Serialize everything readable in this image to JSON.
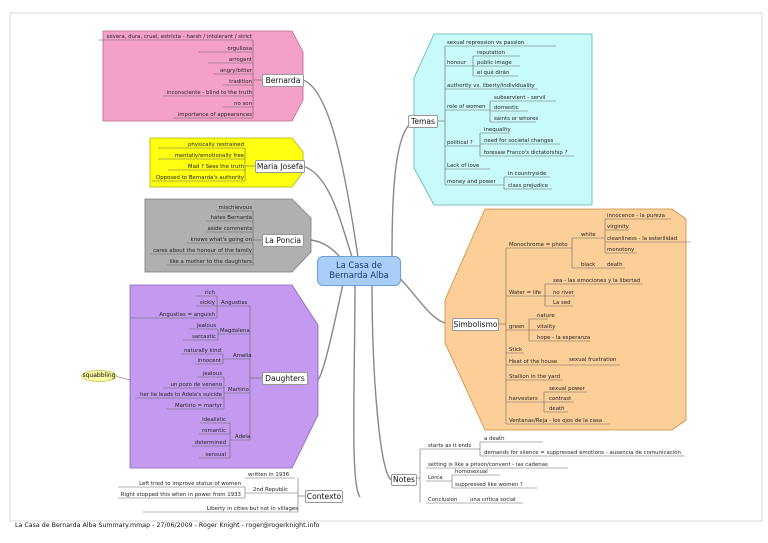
{
  "root": {
    "line1": "La Casa de",
    "line2": "Bernarda Alba"
  },
  "colors": {
    "root_fill": "#a8cdf7",
    "bernarda": "#f4a0c8",
    "maria_josefa": "#ffff10",
    "la_poncia": "#b0b0b0",
    "daughters": "#c49af0",
    "temas": "#c8fafa",
    "simbolismo": "#fccf98",
    "link": "#888888"
  },
  "bernarda": {
    "label": "Bernarda",
    "items": [
      "severa, dura, cruel, estricta - harsh / intolerant / strict",
      "orgullosa",
      "arrogant",
      "angry/bitter",
      "tradition",
      "inconsciente - blind to the truth",
      "no son",
      "importance of appearances"
    ]
  },
  "maria_josefa": {
    "label": "Maria Josefa",
    "items": [
      "physically restrained",
      "mentally/emotionally free",
      "Mad ?  Sees the truth",
      "Opposed to Bernarda's authority"
    ]
  },
  "la_poncia": {
    "label": "La Poncia",
    "items": [
      "mischievous",
      "hates Bernarda",
      "aside comments",
      "knows what's going on",
      "cares about the honour of the family",
      "like a mother to the daughters"
    ]
  },
  "daughters": {
    "label": "Daughters",
    "annotation": "squabbling",
    "angustias": {
      "label": "Angustias",
      "items": [
        "rich",
        "sickly",
        "Angustias = anguish"
      ]
    },
    "magdalena": {
      "label": "Magdalena",
      "items": [
        "jealous",
        "sarcastic"
      ]
    },
    "amelia": {
      "label": "Amelia",
      "items": [
        "naturally kind",
        "innocent"
      ]
    },
    "martirio": {
      "label": "Martirio",
      "items": [
        "jealous",
        "un pozo de veneno",
        "her lie leads to Adela's suicide",
        "Martirio = martyr"
      ]
    },
    "adela": {
      "label": "Adela",
      "items": [
        "idealistic",
        "romantic",
        "determined",
        "sensual"
      ]
    }
  },
  "contexto": {
    "label": "Contexto",
    "written": "written in 1936",
    "republic": "2nd Republic",
    "republic_items": [
      "Left tried to improve status of women",
      "Right stopped this when in power from 1933"
    ],
    "liberty": "Liberty in cities but not in villages"
  },
  "temas": {
    "label": "Temas",
    "repression": "sexual repression vs passion",
    "honour": "honour",
    "honour_items": [
      "reputation",
      "public image",
      "el qué dirán"
    ],
    "authority": "authority vs. liberty/individuality",
    "role": "role of women",
    "role_items": [
      "subservient - servil",
      "domestic",
      "saints or whores"
    ],
    "political": "political ?",
    "political_items": [
      "inequality",
      "need for societal changes",
      "foresaw Franco's dictatorship ?"
    ],
    "love": "Lack  of  love",
    "money": "money and power",
    "money_items": [
      "in countryside",
      "class prejudice"
    ]
  },
  "simbolismo": {
    "label": "Simbolismo",
    "monochrome": "Monochrome = photo",
    "white": "white",
    "white_items": [
      "innocence - la pureza",
      "virginity",
      "cleanliness - la esterilidad",
      "monotony"
    ],
    "black": "black",
    "black_items": [
      "death"
    ],
    "water": "Water = life",
    "water_items": [
      "sea - las emociones y la libertad",
      "no river",
      "La sed"
    ],
    "green": "green",
    "green_items": [
      "nature",
      "vitality",
      "hope - la esperanza"
    ],
    "stick": "Stick",
    "heat": "Heat of the house",
    "heat_item": "sexual frustration",
    "stallion": "Stallion in the yard",
    "harvesters": "harvesters",
    "harvesters_items": [
      "sexual power",
      "contrast",
      "death"
    ],
    "ventanas": "Ventanas/Reja - los ojos de la casa"
  },
  "notes": {
    "label": "Notes",
    "starts": "starts as it ends",
    "starts_items": [
      "a death",
      "demands for silence = suppressed emotions - ausencia de comunicación"
    ],
    "setting": "setting is like a prison/convent - las cadenas",
    "lorca": "Lorca",
    "lorca_items": [
      "homosexual",
      "suppressed like women ?"
    ],
    "conclusion": "Conclusion",
    "conclusion_item": "una crítica social"
  },
  "footer": "La Casa de Bernarda Alba Summary.mmap - 27/06/2009 - Roger Knight - roger@rogerknight.info"
}
